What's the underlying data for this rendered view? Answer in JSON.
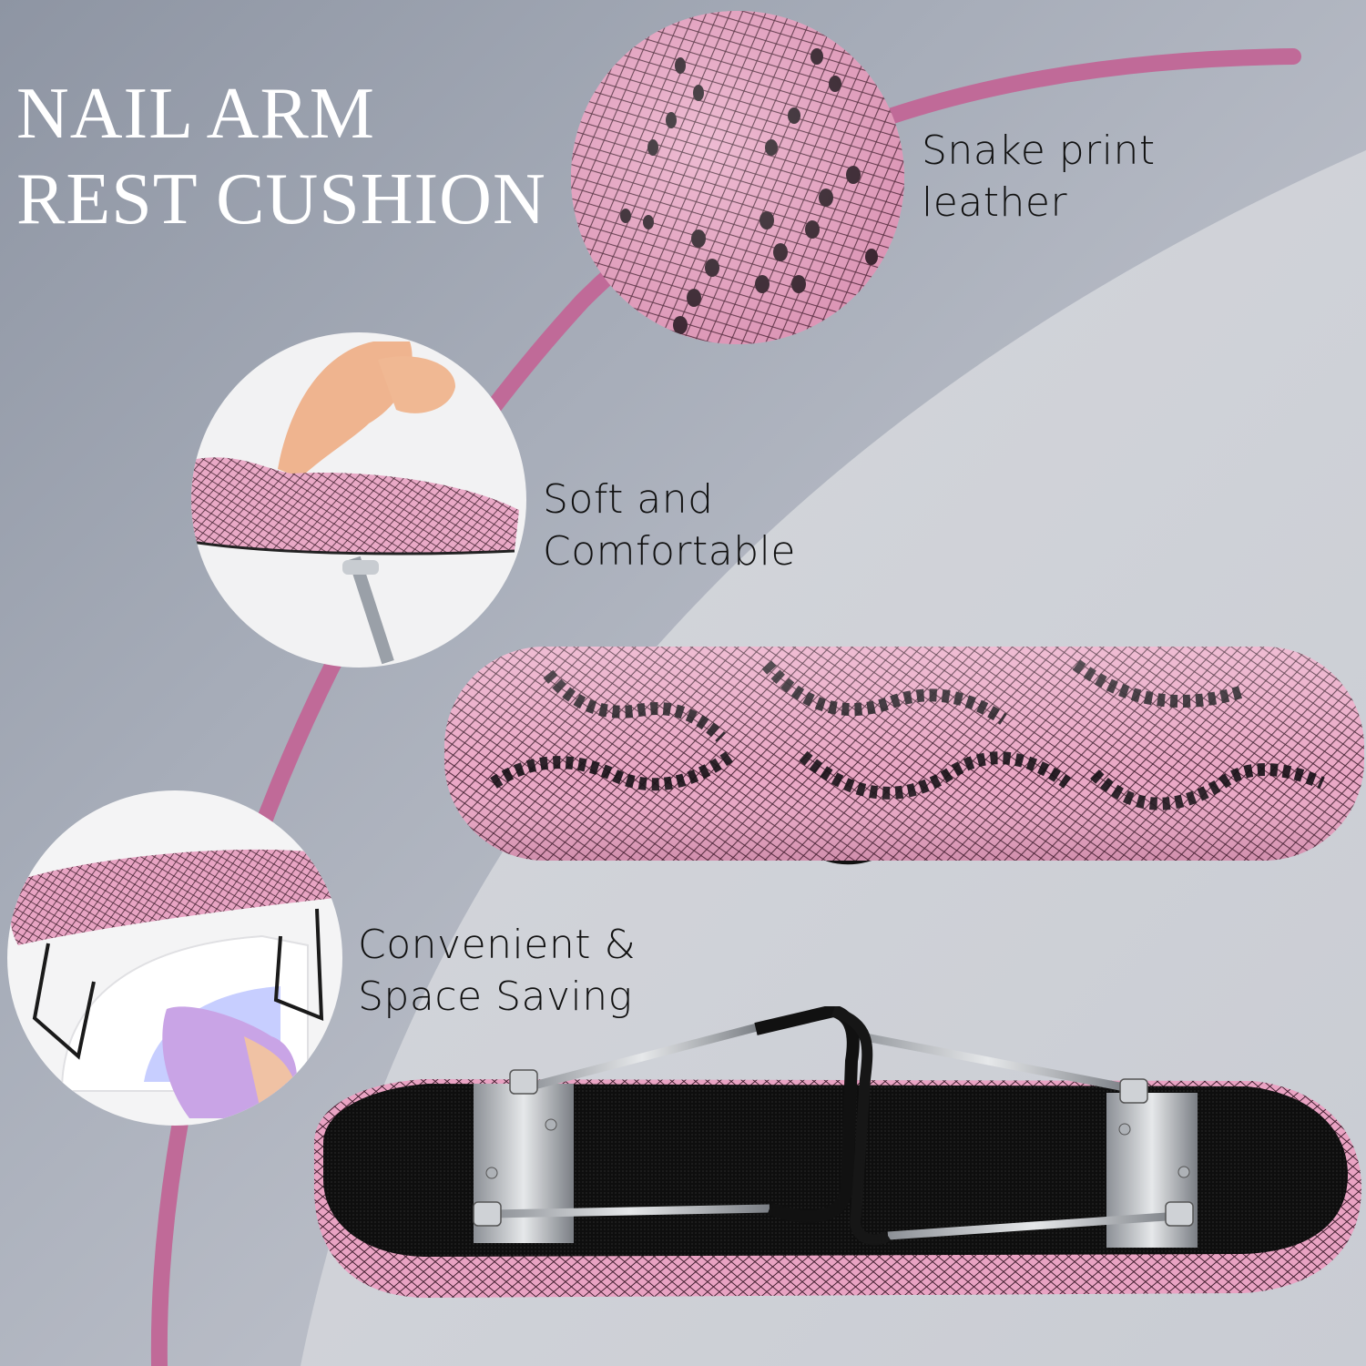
{
  "headline": {
    "line1": "NAIL ARM",
    "line2": "REST CUSHION"
  },
  "features": [
    {
      "id": "snake-print",
      "line1": "Snake print",
      "line2": "leather",
      "image": "snake-print-leather-closeup"
    },
    {
      "id": "soft",
      "line1": "Soft and",
      "line2": "Comfortable",
      "image": "finger-pressing-cushion"
    },
    {
      "id": "convenient",
      "line1": "Convenient &",
      "line2": "Space Saving",
      "image": "armrest-over-uv-nail-lamp"
    }
  ],
  "products": [
    {
      "id": "top-view",
      "description": "pink snake print arm rest cushion, top view"
    },
    {
      "id": "bottom-view",
      "description": "arm rest cushion underside with folding metal legs"
    }
  ],
  "colors": {
    "background_dark": "#8e95a3",
    "background_light": "#d3d5da",
    "accent_pink": "#c06a98",
    "leather_pink": "#e7a3c2",
    "scale_black": "#1a1a1a",
    "underside_black": "#111111",
    "title_white": "#ffffff",
    "label_black": "#111111"
  }
}
